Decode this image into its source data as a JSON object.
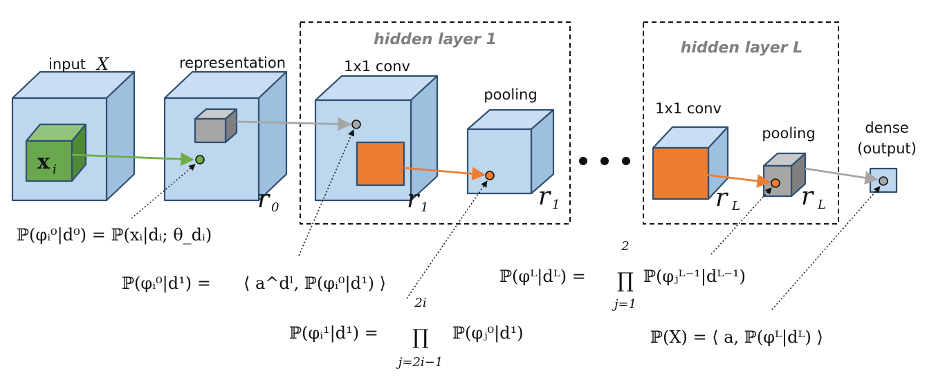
{
  "labels": {
    "input": "input",
    "input_var": "X",
    "representation": "representation",
    "conv1": "1x1 conv",
    "pool1": "pooling",
    "convL": "1x1 conv",
    "poolL": "pooling",
    "dense_line1": "dense",
    "dense_line2": "(output)",
    "hidden1": "hidden layer 1",
    "hiddenL": "hidden layer L",
    "xi_main": "x",
    "xi_sub": "i",
    "r0_main": "r",
    "r0_sub": "0",
    "r1a_main": "r",
    "r1a_sub": "1",
    "r1b_main": "r",
    "r1b_sub": "1",
    "rLa_main": "r",
    "rLa_sub": "L",
    "rLb_main": "r",
    "rLb_sub": "L"
  },
  "formulas": {
    "eq_input": "ℙ(φᵢ⁰|d⁰) = ℙ(xᵢ|dᵢ; θ_dᵢ)",
    "eq_conv_lhs": "ℙ(φᵢ⁰|d¹) =",
    "eq_conv_rhs": "⟨ a^dˡ, ℙ(φᵢ⁰|d¹) ⟩",
    "eq_pool_lhs": "ℙ(φᵢ¹|d¹) =",
    "eq_pool_top": "2i",
    "eq_pool_bottom": "j=2i−1",
    "eq_pool_rhs": "ℙ(φⱼ⁰|d¹)",
    "eq_poolL_lhs": "ℙ(φᴸ|dᴸ) =",
    "eq_poolL_top": "2",
    "eq_poolL_bottom": "j=1",
    "eq_poolL_rhs": "ℙ(φⱼᴸ⁻¹|dᴸ⁻¹)",
    "eq_out": "ℙ(X) = ⟨ a, ℙ(φᴸ|dᴸ) ⟩"
  },
  "product_symbol": "∏",
  "colors": {
    "cube_front": "#bdd7ee",
    "cube_top": "#c9def2",
    "cube_side": "#9fbfde",
    "cube_edge": "#2f4f70",
    "green_front": "#6aa84f",
    "green_top": "#93c47d",
    "green_side": "#4e8a36",
    "orange": "#ed7d31",
    "gray_front": "#a6a6a6",
    "gray_top": "#c9c9c9",
    "gray_side": "#7f7f7f",
    "arrow_green": "#70ad47",
    "arrow_gray": "#a6a6a6",
    "arrow_orange": "#ed7d31",
    "hidden_label": "#7f7f7f"
  }
}
